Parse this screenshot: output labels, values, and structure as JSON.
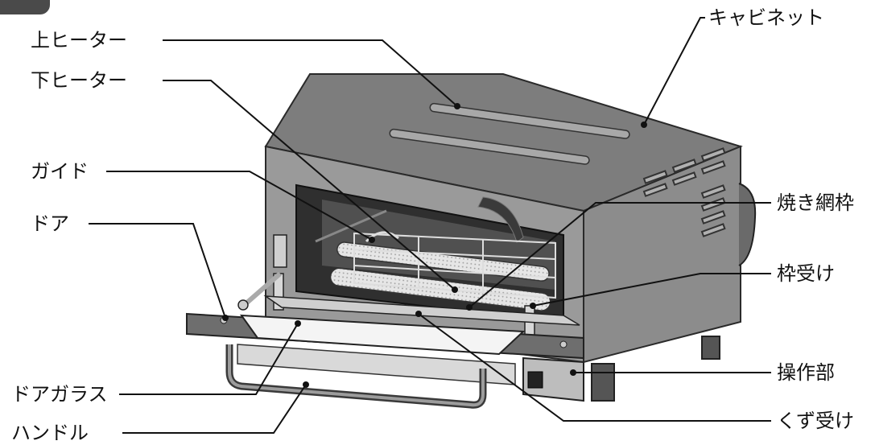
{
  "labels": {
    "upper_heater": "上ヒーター",
    "lower_heater": "下ヒーター",
    "guide": "ガイド",
    "door": "ドア",
    "door_glass": "ドアガラス",
    "handle": "ハンドル",
    "cabinet": "キャビネット",
    "grill_rack_frame": "焼き網枠",
    "frame_holder": "枠受け",
    "control_panel": "操作部",
    "crumb_tray": "くず受け"
  }
}
